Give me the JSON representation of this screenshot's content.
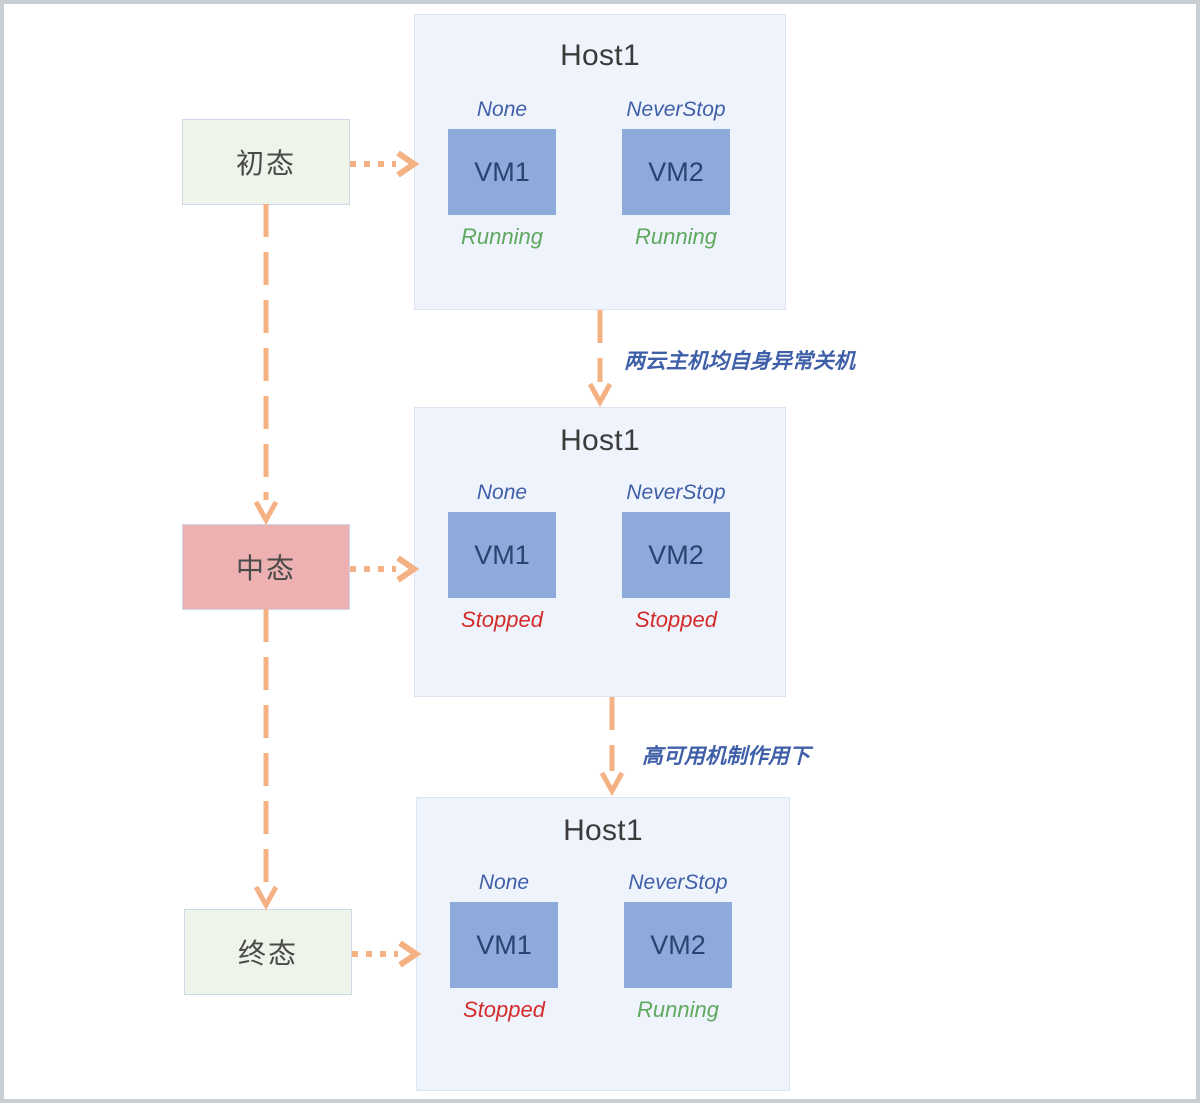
{
  "diagram": {
    "title": "Host1 VM high-availability state transition",
    "colors": {
      "panel_bg": "#eff3fb",
      "panel_border": "#dde5f3",
      "vm_blue": "#8eaadb",
      "vm_text": "#2b4272",
      "policy_text": "#3f5fa8",
      "running_green": "#5fa85f",
      "stopped_red": "#d42b2b",
      "arrow_orange": "#f4b183",
      "state_green_bg": "#eef4e9",
      "state_pink_bg": "#eeb1b1",
      "state_border": "#cfd8e8"
    },
    "stages": [
      {
        "state_label": "初态",
        "state_style": "green",
        "host_title": "Host1",
        "vms": [
          {
            "policy": "None",
            "name": "VM1",
            "state": "Running",
            "state_kind": "running"
          },
          {
            "policy": "NeverStop",
            "name": "VM2",
            "state": "Running",
            "state_kind": "running"
          }
        ]
      },
      {
        "state_label": "中态",
        "state_style": "pink",
        "host_title": "Host1",
        "vms": [
          {
            "policy": "None",
            "name": "VM1",
            "state": "Stopped",
            "state_kind": "stopped"
          },
          {
            "policy": "NeverStop",
            "name": "VM2",
            "state": "Stopped",
            "state_kind": "stopped"
          }
        ]
      },
      {
        "state_label": "终态",
        "state_style": "green",
        "host_title": "Host1",
        "vms": [
          {
            "policy": "None",
            "name": "VM1",
            "state": "Stopped",
            "state_kind": "stopped"
          },
          {
            "policy": "NeverStop",
            "name": "VM2",
            "state": "Running",
            "state_kind": "running"
          }
        ]
      }
    ],
    "transitions": [
      {
        "label": "两云主机均自身异常关机",
        "from": "stage1",
        "to": "stage2"
      },
      {
        "label": "高可用机制作用下",
        "from": "stage2",
        "to": "stage3"
      }
    ]
  }
}
